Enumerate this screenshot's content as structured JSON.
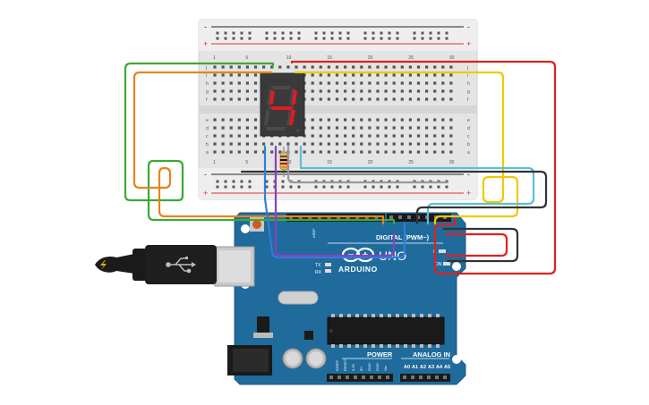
{
  "breadboard": {
    "column_numbers": [
      "1",
      "5",
      "10",
      "15",
      "20",
      "25",
      "30"
    ],
    "row_letters_top": [
      "j",
      "i",
      "h",
      "g",
      "f"
    ],
    "row_letters_bottom": [
      "e",
      "d",
      "c",
      "b",
      "a"
    ],
    "rail_plus": "+",
    "rail_minus": "-"
  },
  "display": {
    "digit": "4",
    "segment_color": "#e01b24"
  },
  "arduino": {
    "brand": "ARDUINO",
    "model": "UNO",
    "digital_label": "DIGITAL (PWM~)",
    "tx_label": "TX",
    "rx_label": "RX",
    "on_label": "ON",
    "l_label": "L",
    "power_label": "POWER",
    "analog_label": "ANALOG IN",
    "power_pins": [
      "IOREF",
      "RESET",
      "3.3V",
      "5V",
      "GND",
      "GND",
      "Vin"
    ],
    "analog_pins": [
      "A0",
      "A1",
      "A2",
      "A3",
      "A4",
      "A5"
    ],
    "aref_label": "AREF",
    "board_color": "#1f6b9c"
  },
  "wire_colors": {
    "green": "#3aaa35",
    "orange": "#e8821e",
    "red": "#e02020",
    "yellow": "#f2c700",
    "cyan": "#5bc0d6",
    "black": "#333333",
    "blue": "#2f7fd8",
    "purple": "#8a3fbf",
    "gray": "#999999"
  }
}
